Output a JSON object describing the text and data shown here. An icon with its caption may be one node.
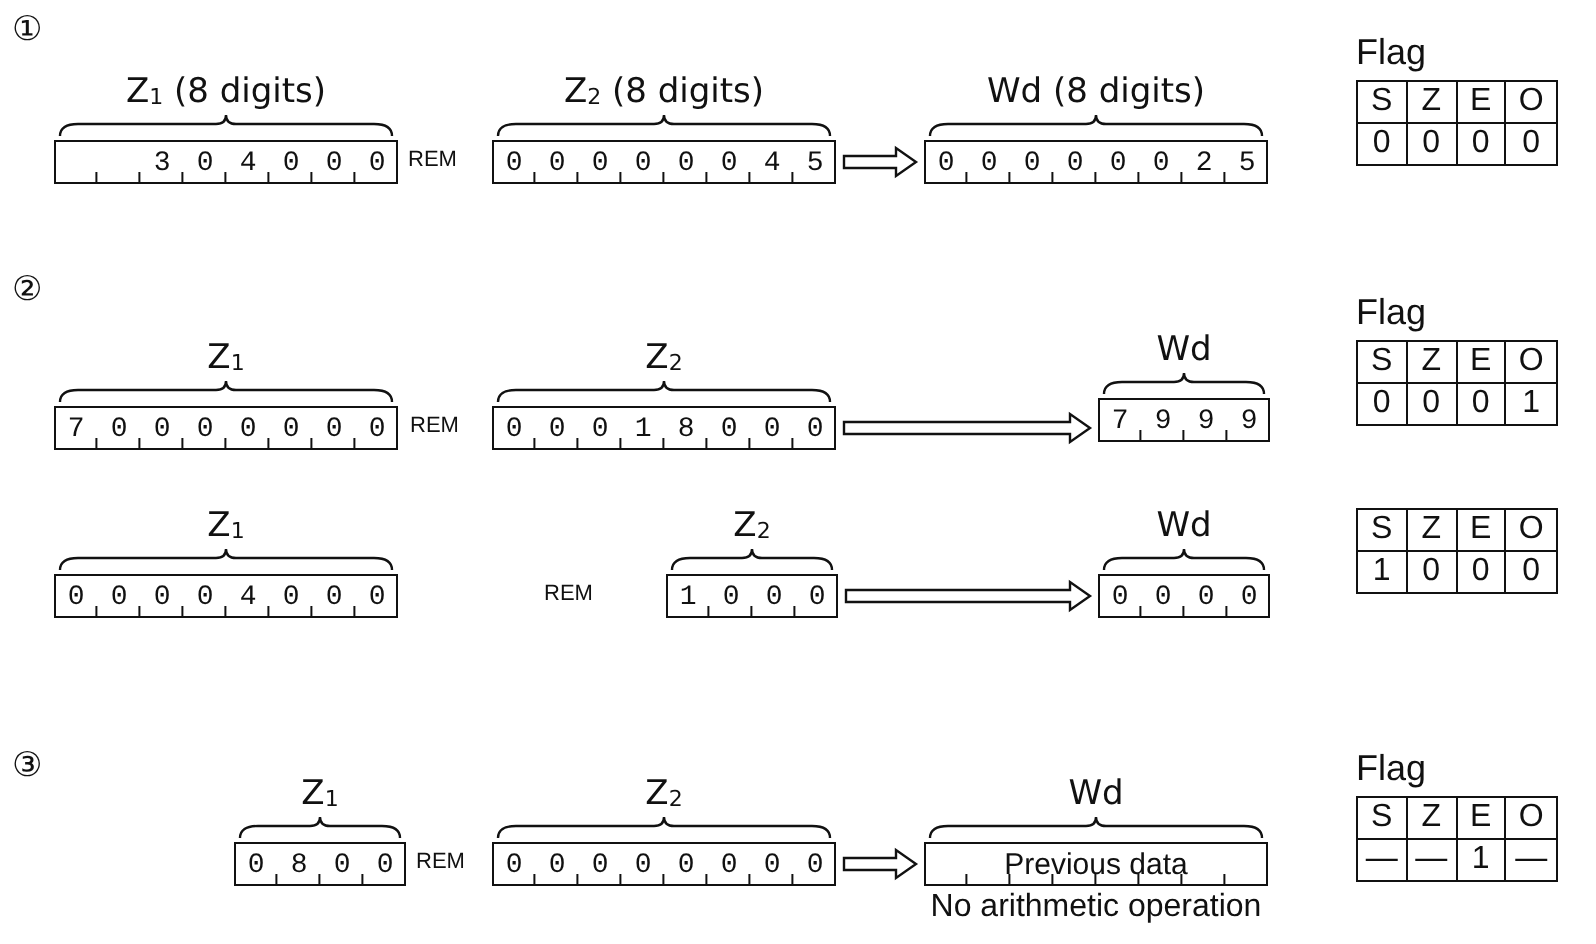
{
  "diagram": {
    "nodes": [
      {
        "text": [
          "Z$_{1}$ (8 digits)",
          "3 0 4 0 0 0"
        ]
      },
      {
        "text": [
          "Z$_{2}$ (8 digits)",
          "0 0 0 0 0 0 4 5"
        ]
      },
      {
        "text": [
          "Wd (8 digits)",
          "0 0 0 0 0 0 2 5"
        ]
      },
      {
        "text": [
          "Flag",
          "S",
          "Z",
          "E",
          "O",
          "0",
          "0",
          "0",
          "0"
        ]
      },
      {
        "text": [
          "Z$_{1}$",
          "7 0 0 0 0 0 0 0"
        ]
      },
      {
        "text": [
          "Z$_{2}$",
          "0 0 0 1 8 0 0 0"
        ]
      },
      {
        "text": [
          "Wd",
          "7 9 9 9"
        ]
      },
      {
        "text": [
          "Flag",
          "S",
          "Z",
          "E",
          "O",
          "0",
          "0",
          "0",
          "1"
        ]
      },
      {
        "text": [
          "Z$_{1}$",
          "0 0 0 0 4 0 0 0"
        ]
      },
      {
        "text": [
          "Z$_{2}$",
          "1 0 0 0"
        ]
      },
      {
        "text": [
          "Wd",
          "0 0 0 0"
        ]
      },
      {
        "text": [
          "S",
          "Z",
          "E",
          "O",
          "1",
          "0",
          "0",
          "0"
        ]
      },
      {
        "text": [
          "Z$_{1}$",
          "0 8 0 0"
        ]
      },
      {
        "text": [
          "Z$_{2}$",
          "0 0 0 0 0 0 0 0"
        ]
      },
      {
        "text": [
          "Wd",
          "Previous data"
        ],
        "beside": [
          "No arithmetic operation"
        ]
      },
      {
        "text": [
          "Flag",
          "S",
          "Z",
          "E",
          "O",
          "—",
          "—",
          "1",
          "—"
        ]
      }
    ],
    "edges": [
      {
        "from": 1,
        "to": 2,
        "arrow": "to"
      },
      {
        "from": 5,
        "to": 6,
        "arrow": "to"
      },
      {
        "from": 9,
        "to": 10,
        "arrow": "to"
      },
      {
        "from": 13,
        "to": 14,
        "arrow": "to"
      }
    ],
    "labels": [
      "①",
      "REM",
      "②",
      "REM",
      "REM",
      "③",
      "REM"
    ]
  }
}
